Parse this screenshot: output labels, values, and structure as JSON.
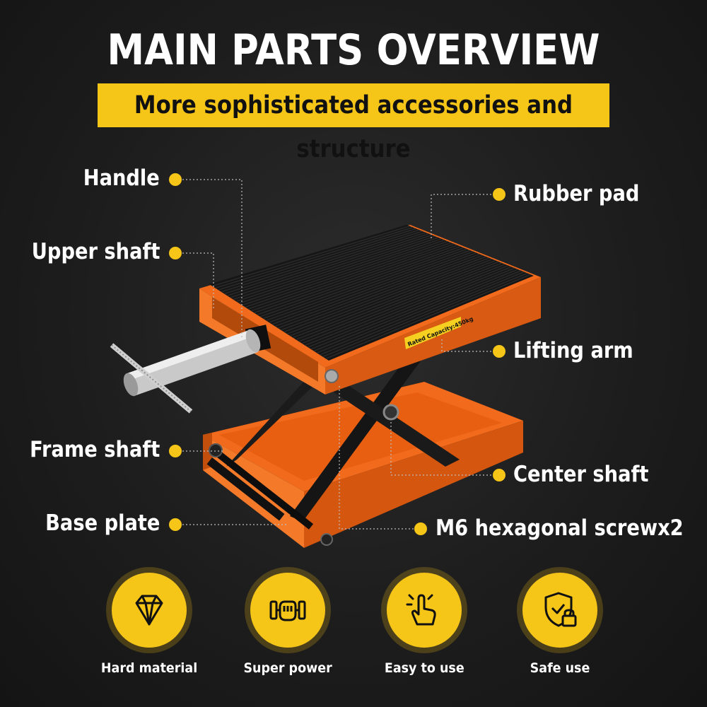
{
  "title": "MAIN PARTS OVERVIEW",
  "subtitle": "More sophisticated accessories and structure",
  "parts": {
    "handle": "Handle",
    "upper_shaft": "Upper shaft",
    "frame_shaft": "Frame shaft",
    "base_plate": "Base plate",
    "rubber_pad": "Rubber pad",
    "lifting_arm": "Lifting arm",
    "center_shaft": "Center shaft",
    "screw": "M6 hexagonal screwx2"
  },
  "sticker": "Rated Capacity:450kg",
  "features": [
    {
      "label": "Hard material",
      "icon": "diamond-icon"
    },
    {
      "label": "Super power",
      "icon": "dumbbell-icon"
    },
    {
      "label": "Easy to use",
      "icon": "pointing-hand-icon"
    },
    {
      "label": "Safe use",
      "icon": "shield-lock-icon"
    }
  ],
  "colors": {
    "accent": "#f5c518",
    "jack": "#f26a1b",
    "background": "#1e1e1e"
  }
}
